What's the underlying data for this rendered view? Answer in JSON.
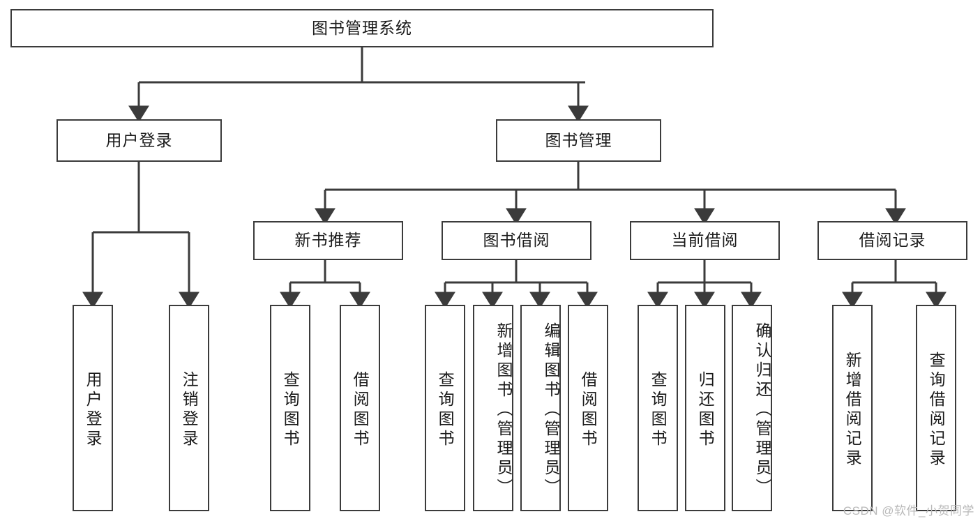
{
  "diagram": {
    "title": "图书管理系统",
    "type": "hierarchy-tree",
    "watermark": "CSDN @软件_小贺同学",
    "colors": {
      "box_border": "#3b3b3b",
      "box_fill": "#ffffff",
      "connector": "#3b3b3b",
      "text": "#1a1a1a",
      "watermark": "#b9b9b9"
    },
    "levels": {
      "root": {
        "label": "图书管理系统"
      },
      "level2": [
        {
          "label": "用户登录"
        },
        {
          "label": "图书管理"
        }
      ],
      "level3": [
        {
          "label": "新书推荐"
        },
        {
          "label": "图书借阅"
        },
        {
          "label": "当前借阅"
        },
        {
          "label": "借阅记录"
        }
      ],
      "leaves": {
        "user_login": [
          {
            "label": "用户登录"
          },
          {
            "label": "注销登录"
          }
        ],
        "new_book_recommend": [
          {
            "label": "查询图书"
          },
          {
            "label": "借阅图书"
          }
        ],
        "book_borrow": [
          {
            "label": "查询图书"
          },
          {
            "label": "新增图书（管理员）"
          },
          {
            "label": "编辑图书（管理员）"
          },
          {
            "label": "借阅图书"
          }
        ],
        "current_borrow": [
          {
            "label": "查询图书"
          },
          {
            "label": "归还图书"
          },
          {
            "label": "确认归还（管理员）"
          }
        ],
        "borrow_record": [
          {
            "label": "新增借阅记录"
          },
          {
            "label": "查询借阅记录"
          }
        ]
      }
    }
  }
}
